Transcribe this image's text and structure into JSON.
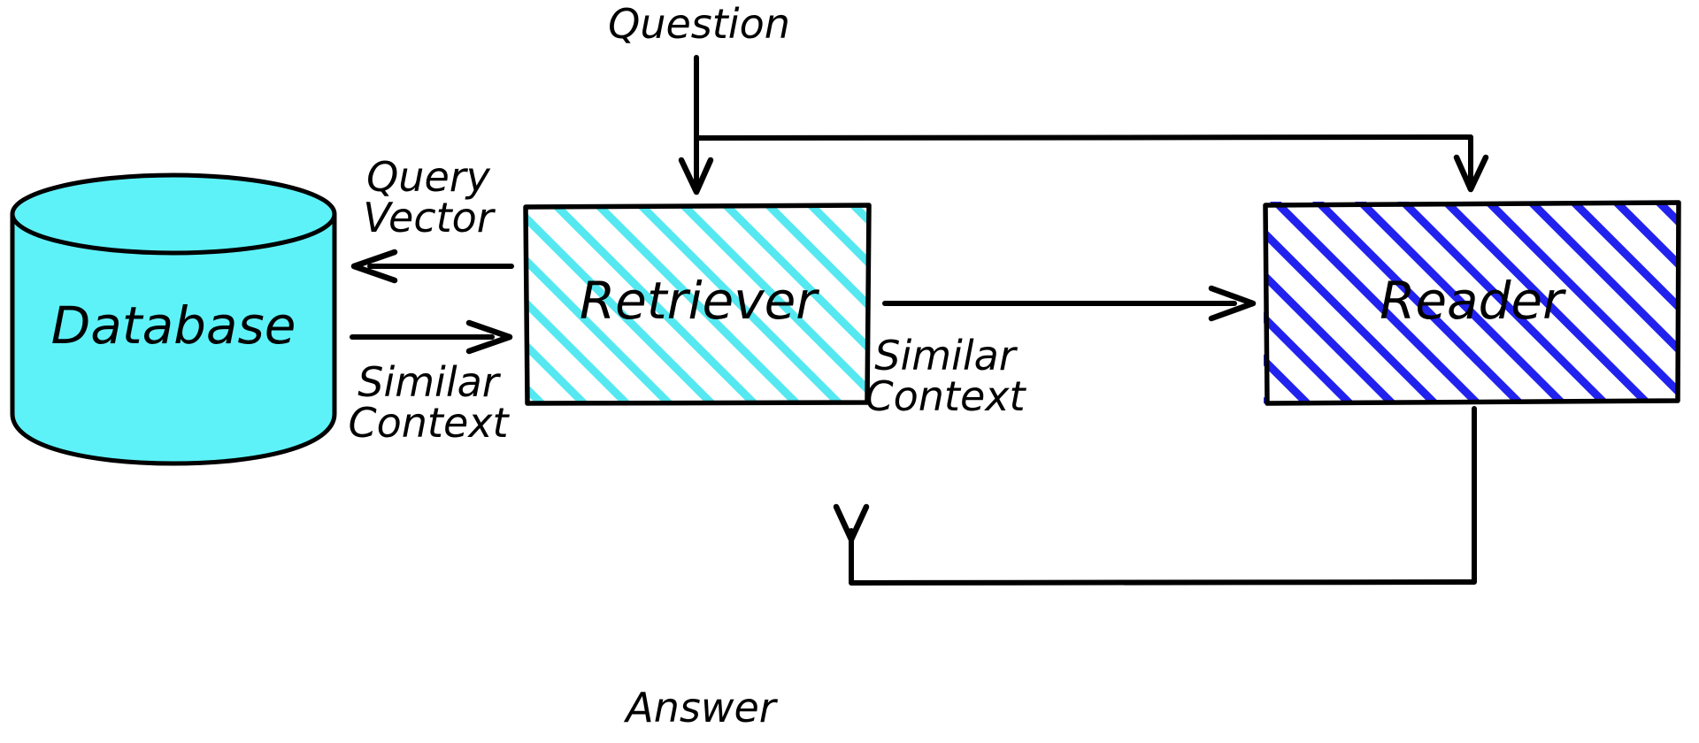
{
  "diagram": {
    "title": "Retrieval Augmented Generation flow",
    "background": "#ffffff",
    "nodes": [
      {
        "id": "database",
        "label": "Database",
        "shape": "cylinder",
        "fill": "#5DF2F8",
        "stroke": "#000000"
      },
      {
        "id": "retriever",
        "label": "Retriever",
        "shape": "rectangle",
        "hatch_color": "#55E8F0",
        "stroke": "#000000",
        "fill": "#ffffff"
      },
      {
        "id": "reader",
        "label": "Reader",
        "shape": "rectangle",
        "hatch_color": "#2222EE",
        "stroke": "#000000",
        "fill": "#ffffff"
      }
    ],
    "terminals": [
      {
        "id": "question",
        "label": "Question"
      },
      {
        "id": "answer",
        "label": "Answer"
      }
    ],
    "edges": [
      {
        "id": "question-to-retriever",
        "label": "",
        "from": "question",
        "to": "retriever"
      },
      {
        "id": "question-to-reader",
        "label": "",
        "from": "question",
        "to": "reader"
      },
      {
        "id": "retriever-to-database",
        "label": "Query Vector",
        "label_line1": "Query",
        "label_line2": "Vector",
        "from": "retriever",
        "to": "database"
      },
      {
        "id": "database-to-retriever",
        "label": "Similar Context",
        "label_line1": "Similar",
        "label_line2": "Context",
        "from": "database",
        "to": "retriever"
      },
      {
        "id": "retriever-to-reader",
        "label": "Similar Context",
        "label_line1": "Similar",
        "label_line2": "Context",
        "from": "retriever",
        "to": "reader"
      },
      {
        "id": "reader-to-answer",
        "label": "",
        "from": "reader",
        "to": "answer"
      }
    ]
  }
}
